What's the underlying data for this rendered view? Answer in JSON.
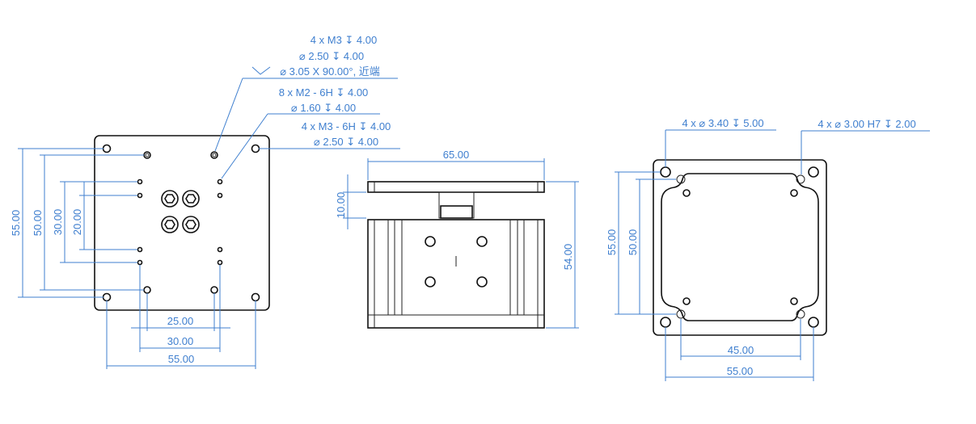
{
  "colors": {
    "dimension": "#3f7fcf",
    "outline": "#111111"
  },
  "front_view": {
    "callout_m3": [
      "4 x  M3  ↧ 4.00",
      "⌀ 2.50 ↧ 4.00",
      "⌀ 3.05 X 90.00°, 近端"
    ],
    "callout_m2": [
      "8 x  M2 - 6H ↧ 4.00",
      "⌀ 1.60 ↧ 4.00"
    ],
    "callout_m3_6h": [
      "4 x  M3 - 6H ↧ 4.00",
      "⌀ 2.50 ↧ 4.00"
    ],
    "dims": {
      "v55": "55.00",
      "v50": "50.00",
      "v30": "30.00",
      "v20": "20.00",
      "h25": "25.00",
      "h30": "30.00",
      "h55": "55.00"
    }
  },
  "side_view": {
    "dims": {
      "width": "65.00",
      "plate": "10.00",
      "height": "54.00"
    }
  },
  "bottom_view": {
    "callout_holes": "4 x ⌀ 3.40 ↧ 5.00",
    "callout_pins": "4 x ⌀ 3.00 H7 ↧ 2.00",
    "dims": {
      "v55": "55.00",
      "v50": "50.00",
      "h45": "45.00",
      "h55": "55.00"
    }
  }
}
